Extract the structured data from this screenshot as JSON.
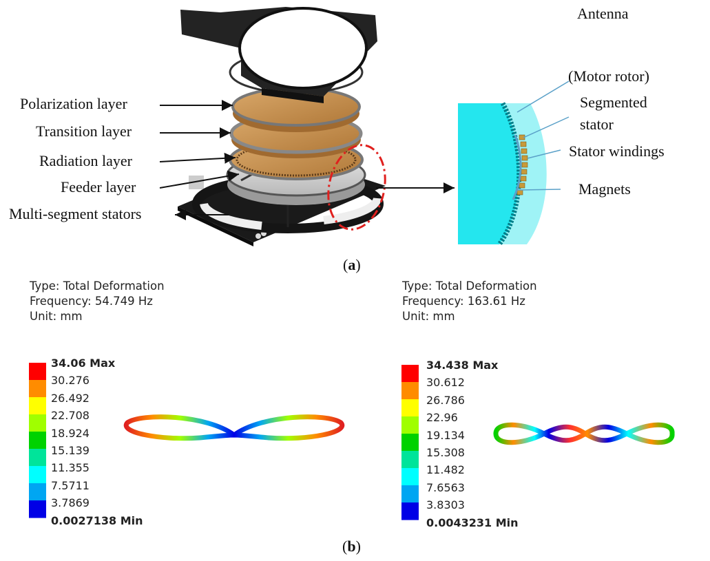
{
  "panel_a": {
    "caption": "(a)",
    "caption_letter": "a",
    "left_labels": [
      "Polarization layer",
      "Transition layer",
      "Radiation layer",
      "Feeder layer",
      "Multi-segment stators"
    ],
    "right_labels": [
      "Antenna",
      "(Motor rotor)",
      "Segmented",
      "stator",
      "Stator windings",
      "Magnets"
    ]
  },
  "panel_b": {
    "caption": "(b)",
    "caption_letter": "b",
    "plots": [
      {
        "type_line": "Type: Total Deformation",
        "frequency_line": "Frequency: 54.749 Hz",
        "unit_line": "Unit: mm",
        "legend": [
          "34.06 Max",
          "30.276",
          "26.492",
          "22.708",
          "18.924",
          "15.139",
          "11.355",
          "7.5711",
          "3.7869",
          "0.0027138 Min"
        ]
      },
      {
        "type_line": "Type: Total Deformation",
        "frequency_line": "Frequency: 163.61 Hz",
        "unit_line": "Unit: mm",
        "legend": [
          "34.438 Max",
          "30.612",
          "26.786",
          "22.96",
          "19.134",
          "15.308",
          "11.482",
          "7.6563",
          "3.8303",
          "0.0043231 Min"
        ]
      }
    ],
    "legend_colors": [
      "#ff0000",
      "#ff8c00",
      "#ffff00",
      "#a0ff00",
      "#00d200",
      "#00e49a",
      "#00ffff",
      "#00a6f2",
      "#0000e6"
    ]
  }
}
